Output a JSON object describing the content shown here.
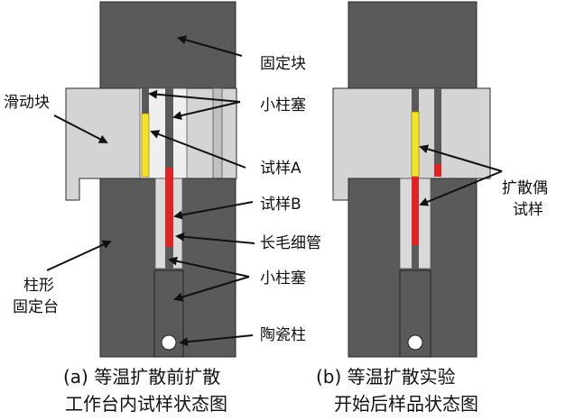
{
  "colors": {
    "dark_gray": "#5a5a5a",
    "light_gray": "#d4d4d4",
    "sample_a": "#f4e424",
    "sample_b": "#e02424",
    "outline": "#2a2a2a",
    "arrow": "#111111"
  },
  "labels": {
    "fixed_block": "固定块",
    "small_plug_top": "小柱塞",
    "sliding_block": "滑动块",
    "sample_a": "试样A",
    "sample_b": "试样B",
    "capillary": "长毛细管",
    "small_plug_bottom": "小柱塞",
    "column_stage_line1": "柱形",
    "column_stage_line2": "固定台",
    "ceramic_rod": "陶瓷柱",
    "diffusion_couple_line1": "扩散偶",
    "diffusion_couple_line2": "试样"
  },
  "captions": {
    "a_line1": "(a) 等温扩散前扩散",
    "a_line2": "工作台内试样状态图",
    "b_line1": "(b) 等温扩散实验",
    "b_line2": "开始后样品状态图"
  }
}
